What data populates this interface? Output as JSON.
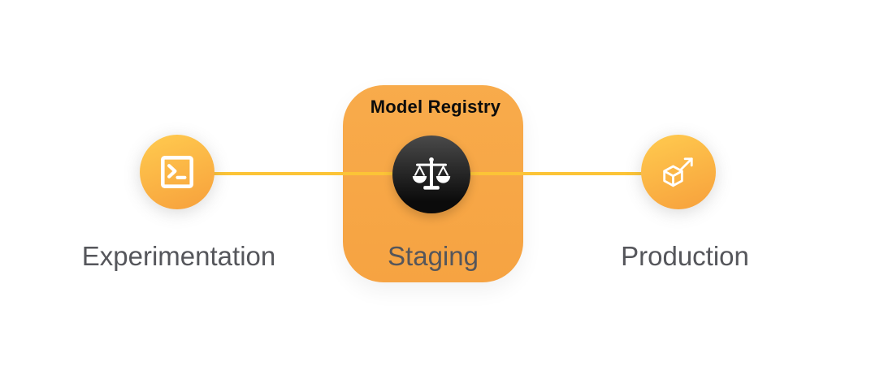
{
  "diagram": {
    "registry": {
      "title": "Model Registry",
      "stage_label": "Staging",
      "icon": "scales-icon"
    },
    "left_node": {
      "label": "Experimentation",
      "icon": "terminal-icon"
    },
    "right_node": {
      "label": "Production",
      "icon": "cube-arrow-icon"
    },
    "colors": {
      "node_gradient_top": "#FFCB4F",
      "node_gradient_bottom": "#F7A03C",
      "card_orange": "#F7A746",
      "connector_yellow": "#FCC437",
      "badge_dark_top": "#4A4A4A",
      "badge_dark_bottom": "#0B0B0B",
      "label_gray": "#55565B",
      "title_black": "#0C0C0C",
      "icon_white": "#FFFFFF"
    }
  }
}
